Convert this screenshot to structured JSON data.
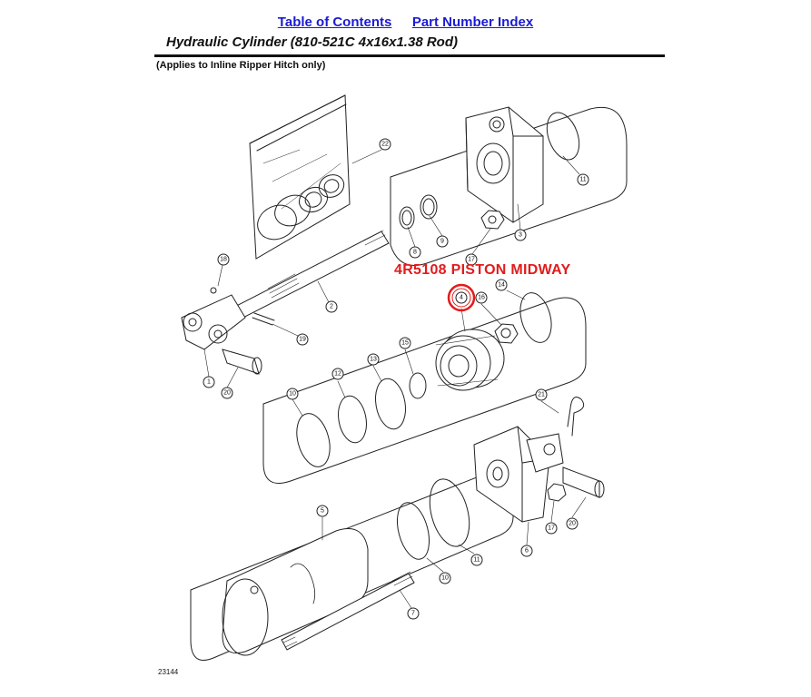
{
  "nav": {
    "toc_label": "Table of Contents",
    "pni_label": "Part Number Index"
  },
  "title": "Hydraulic Cylinder (810-521C 4x16x1.38 Rod)",
  "subtitle": "(Applies to Inline Ripper Hitch only)",
  "figure_id": "23144",
  "annotation": "4R5108 PISTON MIDWAY",
  "highlight_color": "#e31b1b",
  "link_color": "#1a1ad6",
  "callouts": [
    "22",
    "11",
    "3",
    "9",
    "8",
    "17",
    "18",
    "2",
    "19",
    "1",
    "20",
    "4",
    "16",
    "14",
    "15",
    "13",
    "12",
    "10",
    "21",
    "17",
    "20",
    "11",
    "10",
    "6",
    "5",
    "7"
  ]
}
